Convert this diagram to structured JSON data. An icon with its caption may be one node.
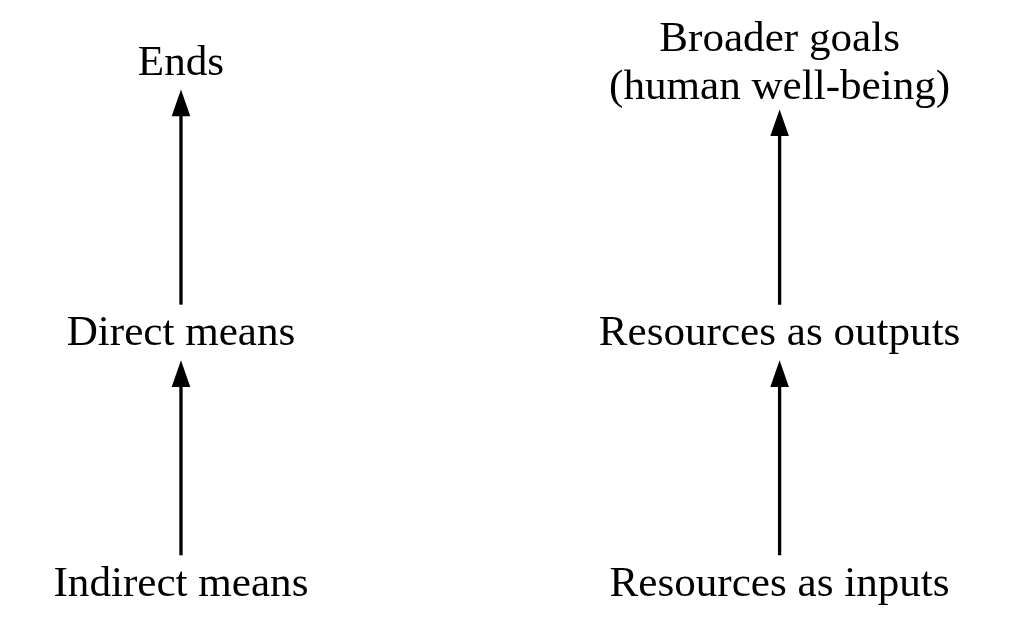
{
  "diagram": {
    "nodes": [
      {
        "text": [
          "Ends"
        ]
      },
      {
        "text": [
          "Direct means"
        ]
      },
      {
        "text": [
          "Indirect means"
        ]
      },
      {
        "text": [
          "Broader goals (human well-being)"
        ]
      },
      {
        "text": [
          "Resources as outputs"
        ]
      },
      {
        "text": [
          "Resources as inputs"
        ]
      }
    ],
    "edges": [
      {
        "from": 2,
        "to": 1,
        "arrow": "to"
      },
      {
        "from": 1,
        "to": 0,
        "arrow": "to"
      },
      {
        "from": 5,
        "to": 4,
        "arrow": "to"
      },
      {
        "from": 4,
        "to": 3,
        "arrow": "to"
      }
    ]
  }
}
